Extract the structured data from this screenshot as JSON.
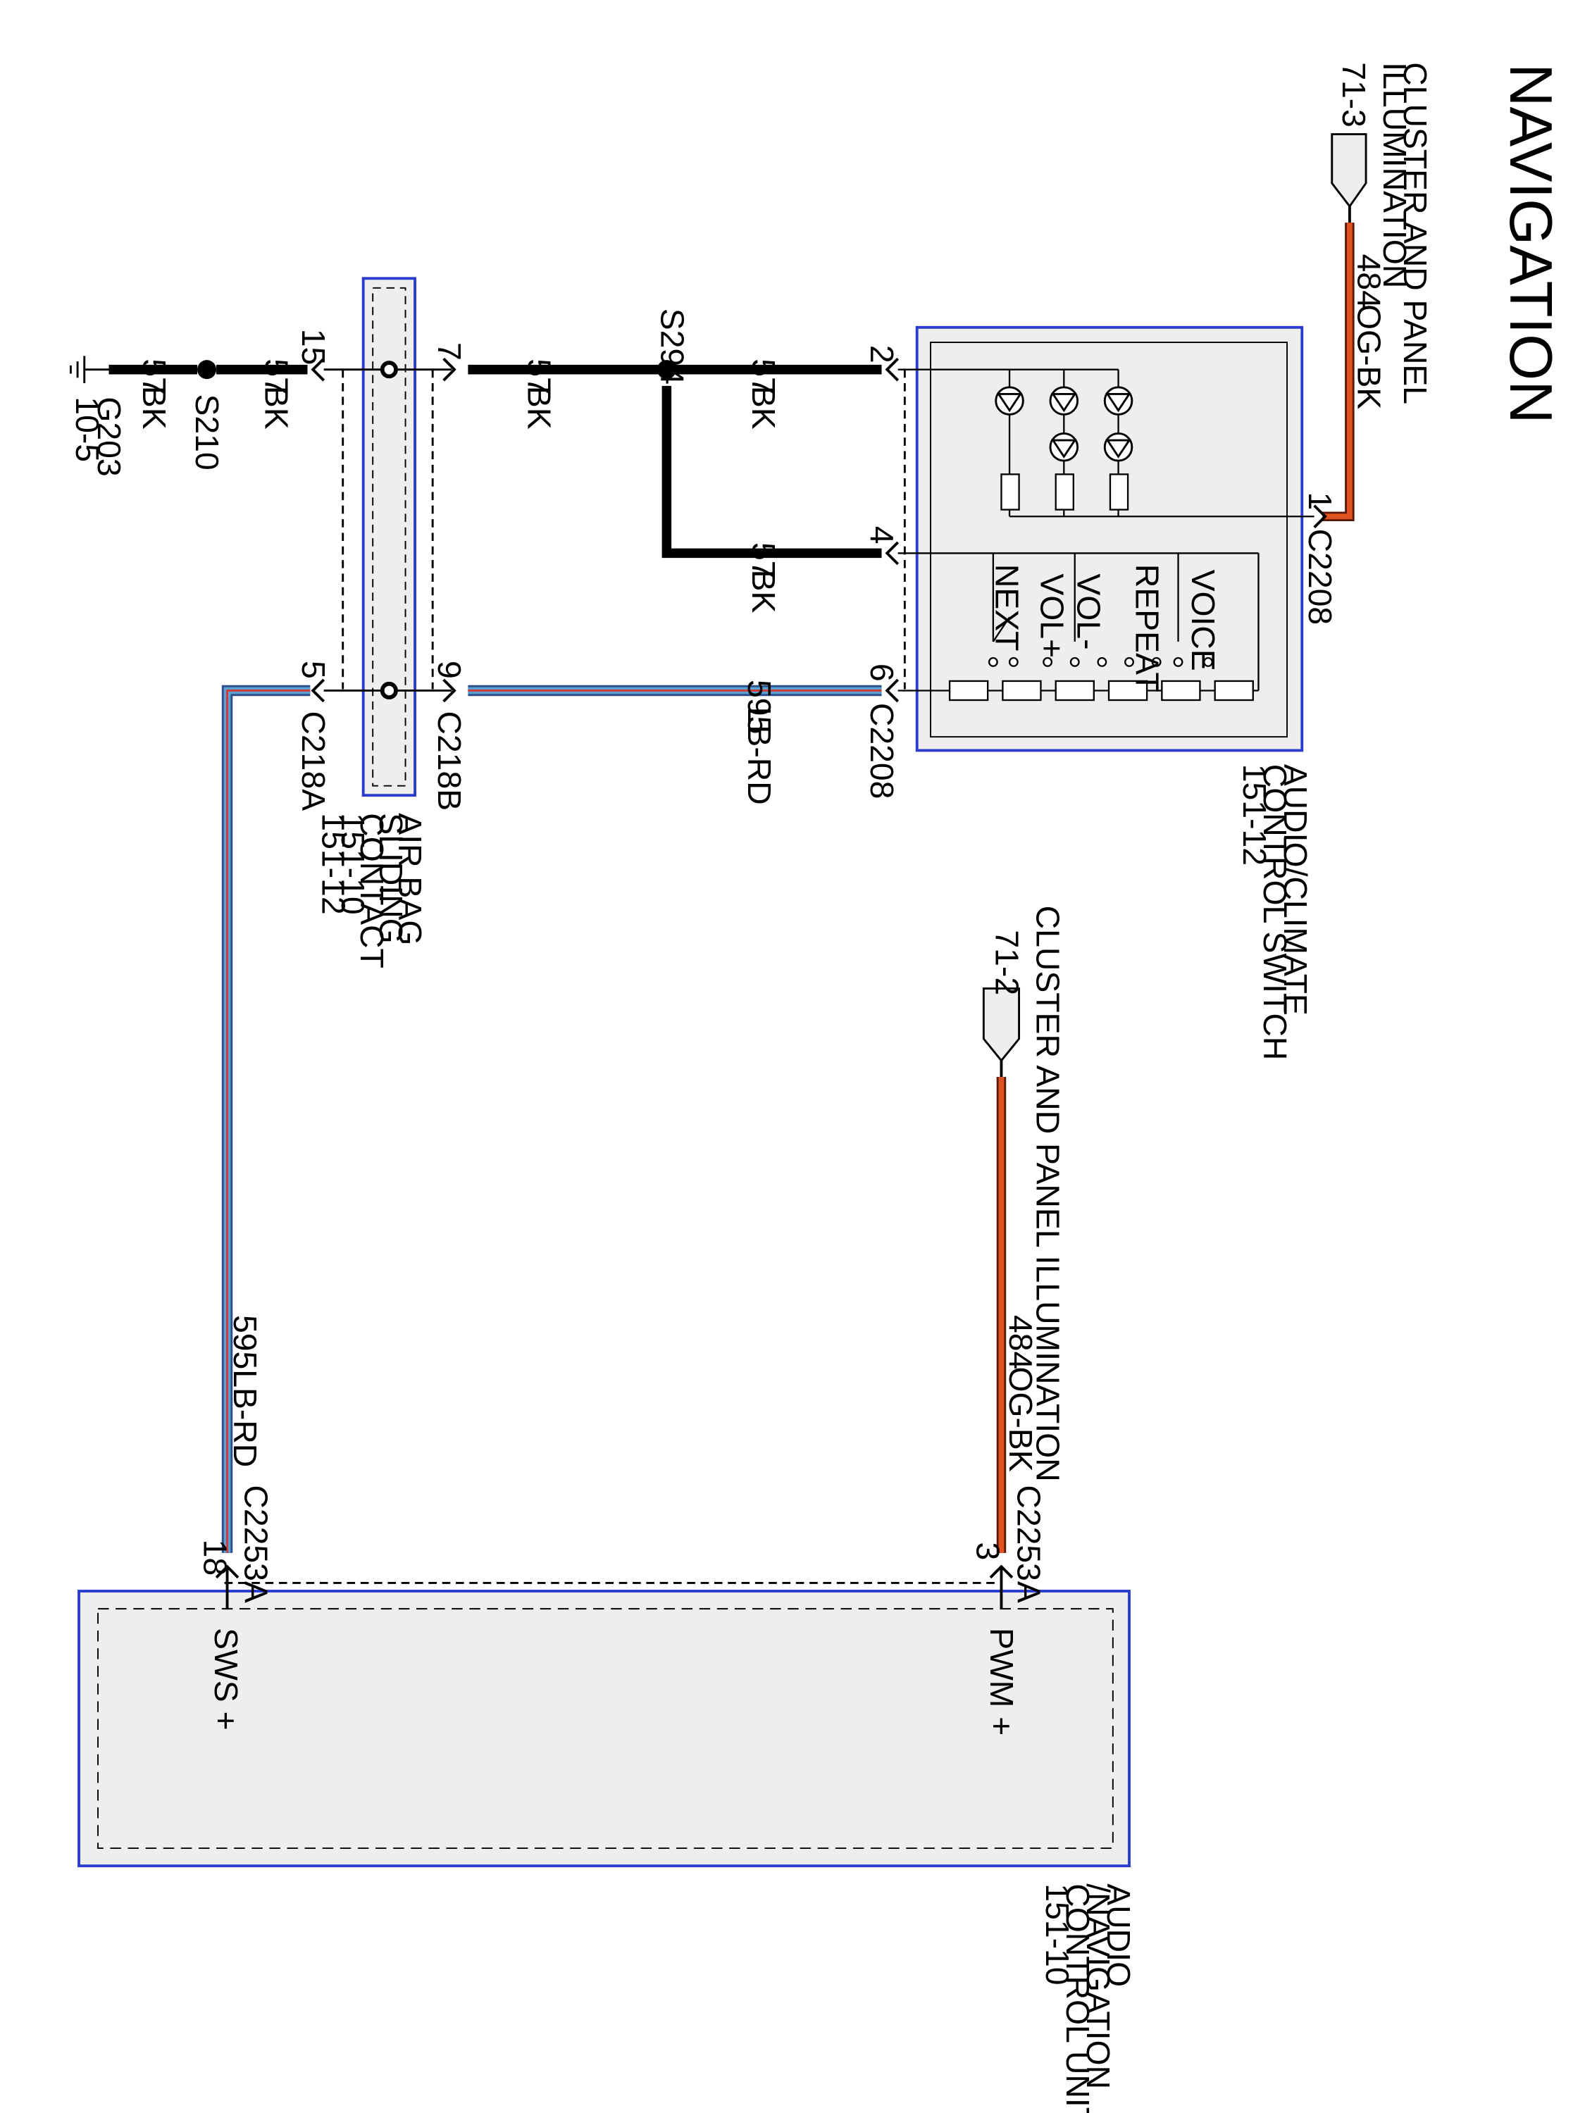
{
  "title": "NAVIGATION",
  "colors": {
    "wire_black": "#000000",
    "wire_orange": "#e0521f",
    "wire_blue": "#5aa0d0",
    "wire_red": "#d23a3a",
    "module_border": "#2a3bd0",
    "module_fill": "#eeeeee"
  },
  "wires": {
    "c57": {
      "circuit": "57",
      "color": "BK"
    },
    "c595": {
      "circuit": "595",
      "color": "LB-RD"
    },
    "c484": {
      "circuit": "484",
      "color": "OG-BK"
    }
  },
  "ground": {
    "id": "G203",
    "ref": "10-5"
  },
  "splices": {
    "s210": "S210",
    "s294": "S294"
  },
  "airbag": {
    "pins": {
      "p15": "15",
      "p7": "7",
      "p5": "5",
      "p9": "9"
    },
    "connectors": {
      "c218a": "C218A",
      "c218b": "C218B"
    },
    "label": [
      "AIR BAG",
      "SLIDING",
      "CONTACT",
      "151-10",
      "151-12"
    ]
  },
  "switch": {
    "pins": {
      "p1": "1",
      "p2": "2",
      "p4": "4",
      "p6": "6"
    },
    "connector": "C2208",
    "buttons": {
      "next": "NEXT",
      "vol_plus": "VOL+",
      "vol_minus": "VOL-",
      "repeat": "REPEAT",
      "voice": "VOICE"
    },
    "label": [
      "AUDIO/CLIMATE",
      "CONTROL SWITCH",
      "151-12"
    ]
  },
  "illum_top": {
    "label": [
      "CLUSTER AND PANEL",
      "ILLUMINATION"
    ],
    "ref": "71-3"
  },
  "illum_mid": {
    "label": "CLUSTER AND PANEL ILLUMINATION",
    "ref": "71-2"
  },
  "unit": {
    "connector": "C2253A",
    "pins": {
      "p18": "18",
      "p3": "3"
    },
    "signals": {
      "sws": "SWS +",
      "pwm": "PWM +"
    },
    "label": [
      "AUDIO",
      "/NAVIGATION",
      "CONTROL UNIT",
      "151-10"
    ]
  }
}
